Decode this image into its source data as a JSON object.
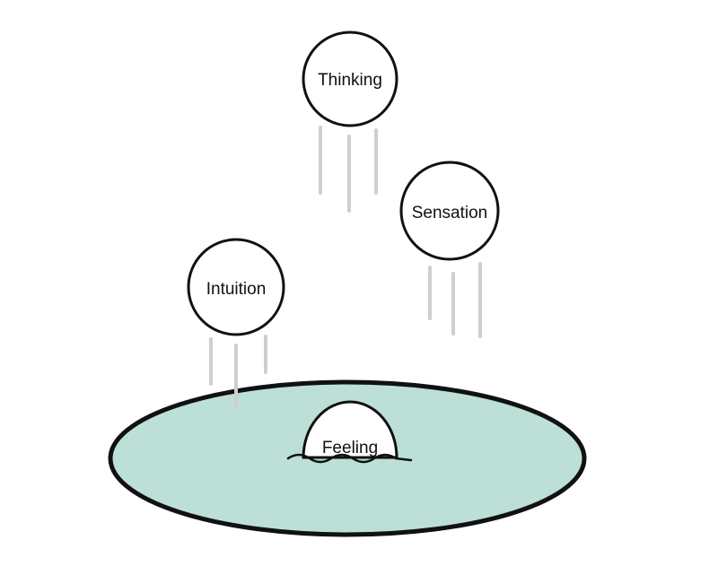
{
  "diagram": {
    "nodes": {
      "thinking": {
        "label": "Thinking"
      },
      "sensation": {
        "label": "Sensation"
      },
      "intuition": {
        "label": "Intuition"
      },
      "feeling": {
        "label": "Feeling"
      }
    },
    "colors": {
      "pool_fill": "#bcdfd8",
      "outline": "#111111",
      "motion_lines": "#cfcfcf",
      "background": "#ffffff"
    }
  }
}
